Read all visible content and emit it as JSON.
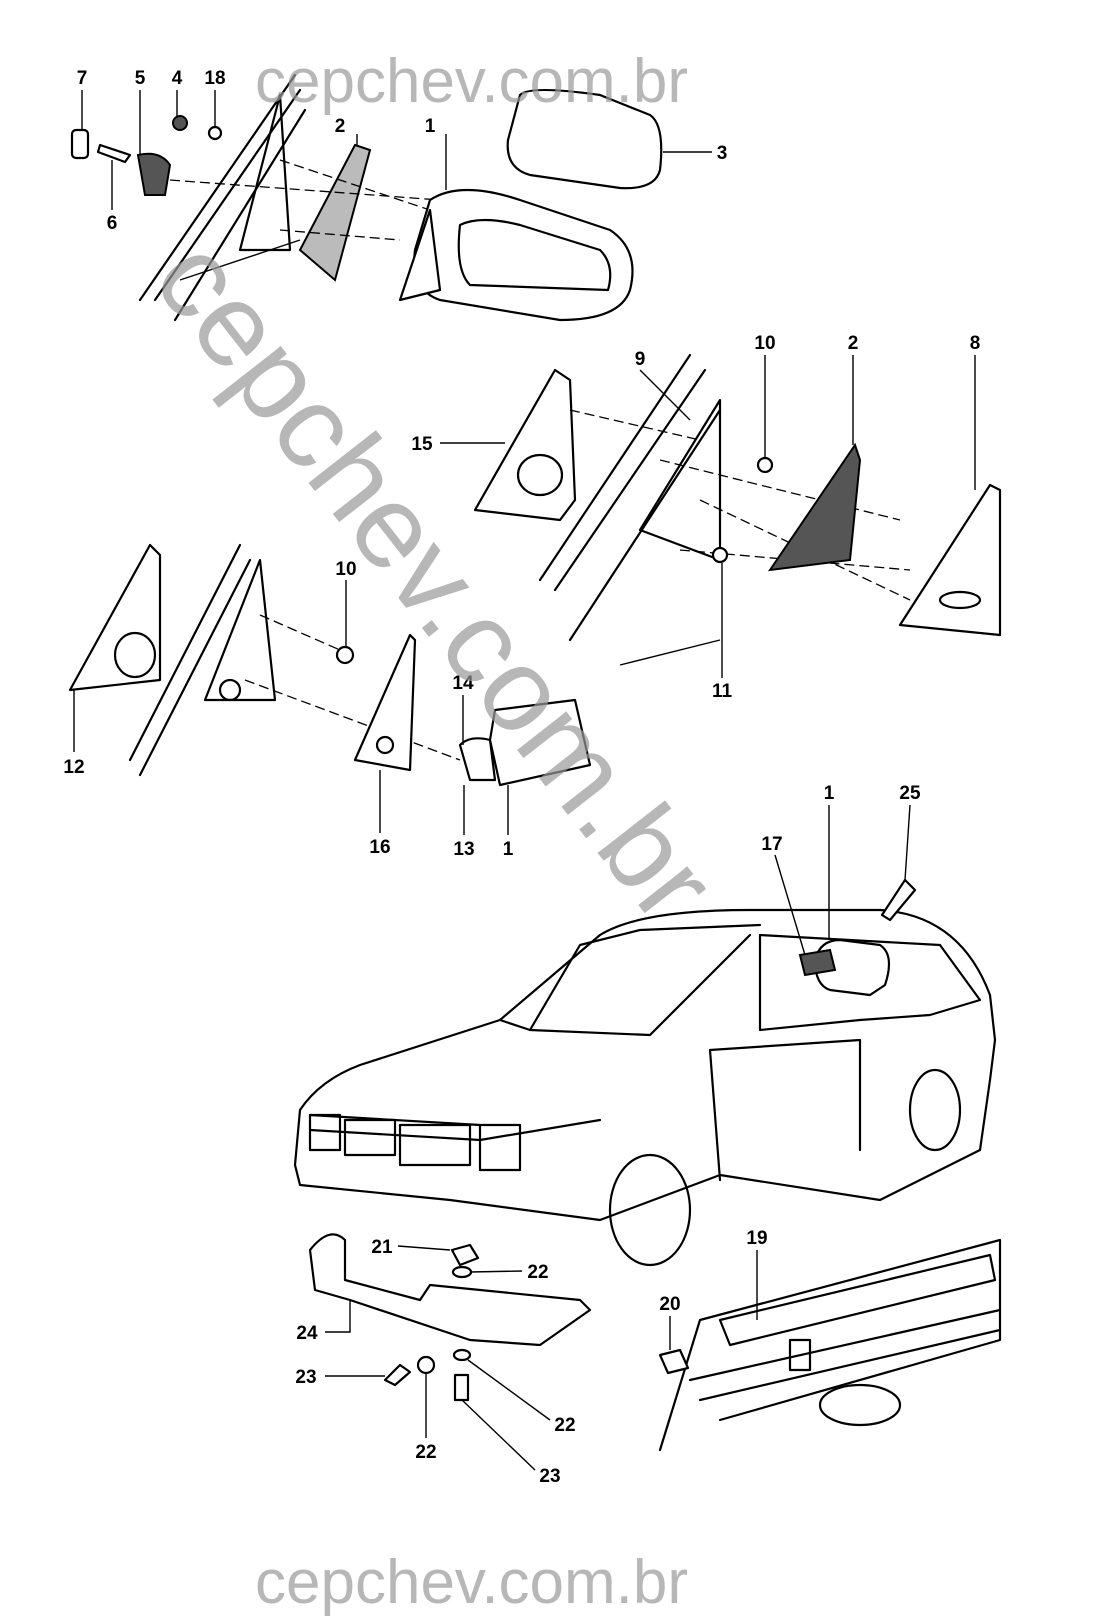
{
  "watermark": {
    "top": "cepchev.com.br",
    "bottom": "cepchev.com.br",
    "diagonal": "cepchev.com.br"
  },
  "callouts": [
    "7",
    "5",
    "4",
    "18",
    "2",
    "1",
    "3",
    "6",
    "9",
    "10",
    "2",
    "8",
    "15",
    "11",
    "10",
    "12",
    "14",
    "16",
    "13",
    "1",
    "1",
    "25",
    "17",
    "19",
    "20",
    "21",
    "22",
    "24",
    "23",
    "22",
    "22",
    "23"
  ]
}
